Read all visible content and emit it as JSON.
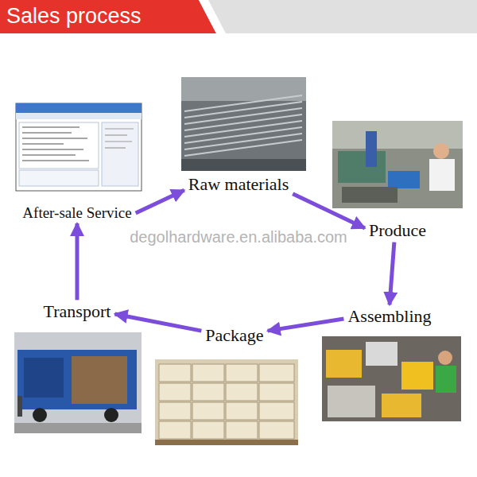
{
  "diagram": {
    "title": "Sales process",
    "nodes": [
      {
        "text": [
          "Raw materials"
        ]
      },
      {
        "text": [
          "Produce"
        ]
      },
      {
        "text": [
          "Assembling"
        ]
      },
      {
        "text": [
          "Package"
        ]
      },
      {
        "text": [
          "Transport"
        ]
      },
      {
        "text": [
          "After-sale Service"
        ]
      }
    ],
    "edges": [
      {
        "from": 5,
        "to": 0,
        "arrow": "to"
      },
      {
        "from": 0,
        "to": 1,
        "arrow": "to"
      },
      {
        "from": 1,
        "to": 2,
        "arrow": "to"
      },
      {
        "from": 2,
        "to": 3,
        "arrow": "to"
      },
      {
        "from": 3,
        "to": 4,
        "arrow": "to"
      },
      {
        "from": 4,
        "to": 5,
        "arrow": "to"
      }
    ],
    "labels": [
      "degolhardware.en.alibaba.com"
    ]
  }
}
